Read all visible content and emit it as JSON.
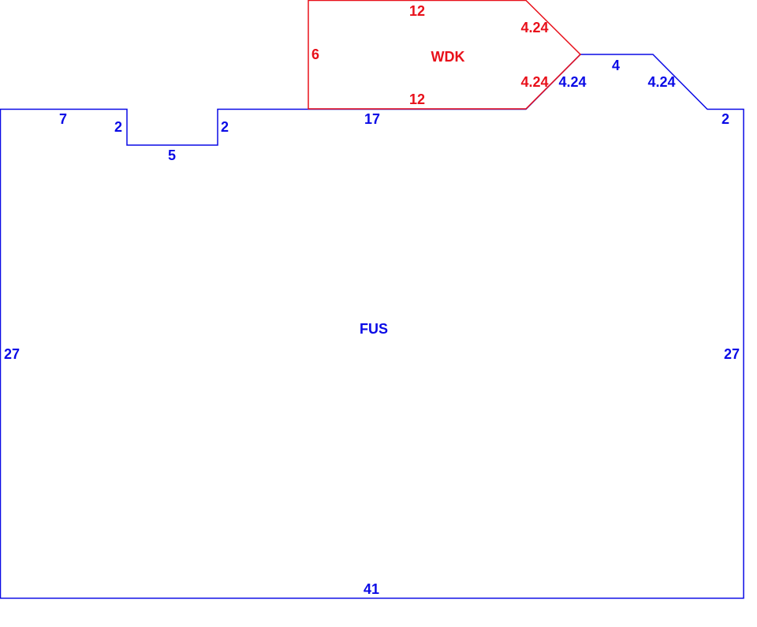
{
  "colors": {
    "fus": "#0a0ae6",
    "wdk": "#e8101a"
  },
  "fus": {
    "name": "FUS",
    "edges": [
      "7",
      "2",
      "5",
      "2",
      "17",
      "4.24",
      "4",
      "4.24",
      "2",
      "27",
      "41",
      "27"
    ]
  },
  "wdk": {
    "name": "WDK",
    "edges": [
      "12",
      "4.24",
      "4.24",
      "12",
      "6"
    ]
  }
}
